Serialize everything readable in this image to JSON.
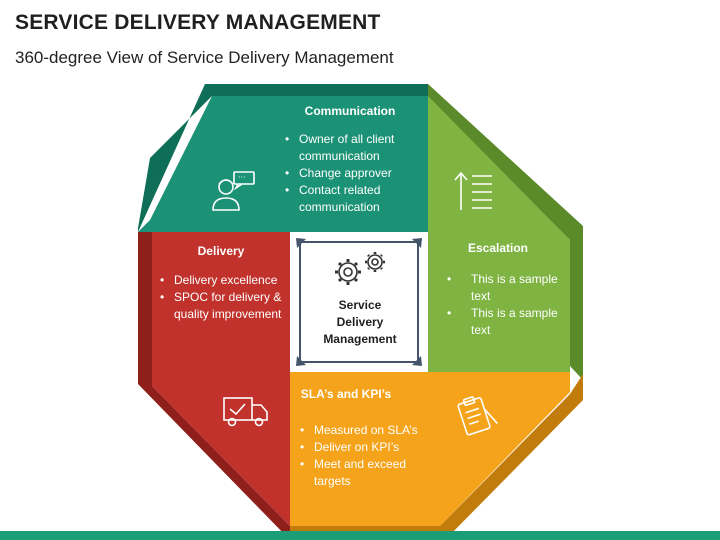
{
  "title": "SERVICE DELIVERY MANAGEMENT",
  "subtitle": "360-degree View of Service Delivery Management",
  "colors": {
    "communication": "#1b9275",
    "communication_shadow": "#0f6e57",
    "escalation": "#7fb342",
    "escalation_shadow": "#5b8a2a",
    "sla": "#f5a31a",
    "sla_shadow": "#c17c0c",
    "delivery": "#c0322b",
    "delivery_shadow": "#8f1f1a",
    "center_frame": "#44546a",
    "bottom_bar": "#1b9e77"
  },
  "segments": {
    "communication": {
      "title": "Communication",
      "icon": "support-agent-chat-icon",
      "items": [
        "Owner of all client communication",
        "Change approver",
        "Contact related communication"
      ]
    },
    "escalation": {
      "title": "Escalation",
      "icon": "escalation-list-icon",
      "items": [
        "This is a sample text",
        "This is a sample text"
      ]
    },
    "sla": {
      "title": "SLA’s and KPI’s",
      "icon": "clipboard-pen-icon",
      "items": [
        "Measured on SLA’s",
        "Deliver on KPI’s",
        "Meet and exceed targets"
      ]
    },
    "delivery": {
      "title": "Delivery",
      "icon": "delivery-truck-check-icon",
      "items": [
        "Delivery excellence",
        "SPOC for delivery & quality improvement"
      ]
    }
  },
  "center": {
    "icon": "gears-icon",
    "line1": "Service",
    "line2": "Delivery",
    "line3": "Management"
  }
}
